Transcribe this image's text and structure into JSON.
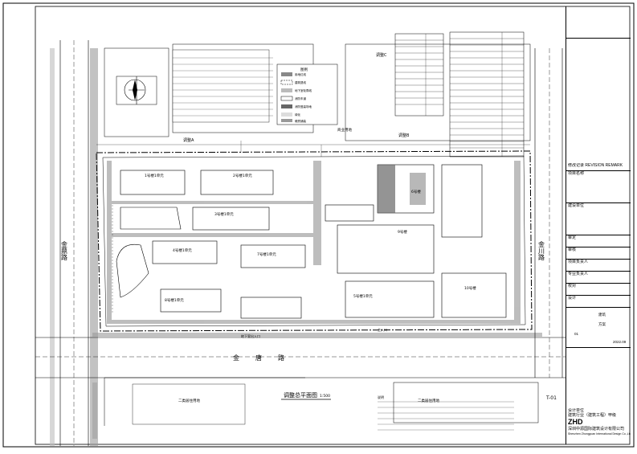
{
  "drawing": {
    "plan_title": "调整总平面图",
    "plan_scale": "1:500",
    "sheet_code": "T-01"
  },
  "roads": {
    "west": "金鼎路",
    "south": "金唐路",
    "east": "金川路"
  },
  "labels": {
    "adjust_a": "调整A",
    "adjust_b": "调整B",
    "adjust_c": "调整C",
    "commercial_entrance": "商业用地",
    "residential_land": "二类居住用地",
    "basement_exit": "地下室出入口",
    "main_entrance": "主入口",
    "fire_path": "消防车道"
  },
  "buildings": [
    {
      "id": "b1",
      "label": "1号楼1单元"
    },
    {
      "id": "b2",
      "label": "2号楼1单元"
    },
    {
      "id": "b3",
      "label": "3号楼1单元"
    },
    {
      "id": "b4",
      "label": "4号楼1单元"
    },
    {
      "id": "b5",
      "label": "5号楼1单元"
    },
    {
      "id": "b6",
      "label": "6号楼"
    },
    {
      "id": "b7",
      "label": "7号楼1单元"
    },
    {
      "id": "b8",
      "label": "8号楼1单元"
    },
    {
      "id": "b9",
      "label": "9号楼"
    },
    {
      "id": "b10",
      "label": "10号楼"
    }
  ],
  "legend": {
    "title": "图例",
    "items": [
      "用地红线",
      "建筑退线",
      "地下室轮廓线",
      "消防车道",
      "消防登高场地",
      "绿化",
      "硬质铺装"
    ]
  },
  "title_block": {
    "company_label": "设计单位",
    "company_name": "深圳中源国际建筑设计有限公司",
    "company_en": "Shenzhen Zhongyuan International Design Co.,Ltd.",
    "logo": "ZHD",
    "project_label": "项目名称",
    "client_label": "建设单位",
    "revision_label": "修改记录 REVISION REMARK",
    "rows": [
      "审定",
      "审核",
      "项目负责人",
      "专业负责人",
      "校对",
      "设计"
    ],
    "discipline": "建筑",
    "stage": "方案",
    "sheet_no": "01",
    "date": "2022.09",
    "cert": "建筑行业（建筑工程）甲级"
  },
  "notes_heading": "说明"
}
